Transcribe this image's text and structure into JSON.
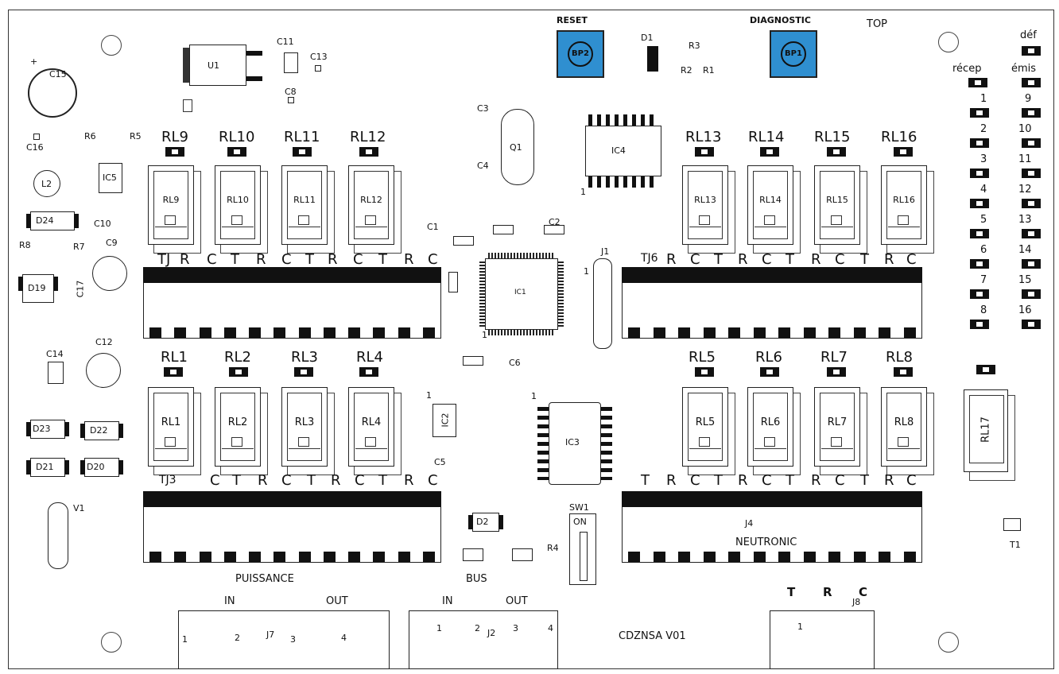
{
  "board": {
    "top_label": "TOP",
    "name": "CDZNSA V01",
    "reset_label": "RESET",
    "diagnostic_label": "DIAGNOSTIC",
    "bp2": "BP2",
    "bp1": "BP1",
    "neutronic": "NEUTRONIC",
    "puissance": "PUISSANCE",
    "bus": "BUS",
    "in": "IN",
    "out": "OUT"
  },
  "relays_top_left": [
    "RL9",
    "RL10",
    "RL11",
    "RL12"
  ],
  "relays_top_right": [
    "RL13",
    "RL14",
    "RL15",
    "RL16"
  ],
  "relays_bottom_left": [
    "RL1",
    "RL2",
    "RL3",
    "RL4"
  ],
  "relays_bottom_right": [
    "RL5",
    "RL6",
    "RL7",
    "RL8"
  ],
  "relay_inner_top_left": [
    "RL9",
    "RL10",
    "RL11",
    "RL12"
  ],
  "relay_inner_top_right": [
    "RL13",
    "RL14",
    "RL15",
    "RL16"
  ],
  "relay_inner_bottom_left": [
    "RL1",
    "RL2",
    "RL3",
    "RL4"
  ],
  "relay_inner_bottom_right": [
    "RL5",
    "RL6",
    "RL7",
    "RL8"
  ],
  "rl17": "RL17",
  "connectors": {
    "tj1": "TJ",
    "tj6": "TJ6",
    "tj3": "TJ3",
    "j4": "J4",
    "j1": "J1",
    "j7": "J7",
    "j2": "J2",
    "j8": "J8"
  },
  "trc": [
    "T",
    "R",
    "C"
  ],
  "side_headers": {
    "def": "déf",
    "recep": "récep",
    "emis": "émis"
  },
  "side_left_numbers": [
    "1",
    "2",
    "3",
    "4",
    "5",
    "6",
    "7",
    "8"
  ],
  "side_right_numbers": [
    "9",
    "10",
    "11",
    "12",
    "13",
    "14",
    "15",
    "16"
  ],
  "components": {
    "u1": "U1",
    "c11": "C11",
    "c13": "C13",
    "c8": "C8",
    "c15": "C15",
    "c16": "C16",
    "r6": "R6",
    "r5": "R5",
    "l2": "L2",
    "ic5": "IC5",
    "d24": "D24",
    "c10": "C10",
    "r8": "R8",
    "r7": "R7",
    "c9": "C9",
    "d19": "D19",
    "c17": "C17",
    "c14": "C14",
    "c12": "C12",
    "d23": "D23",
    "d22": "D22",
    "d21": "D21",
    "d20": "D20",
    "v1": "V1",
    "c3": "C3",
    "c4": "C4",
    "q1": "Q1",
    "ic4": "IC4",
    "d1": "D1",
    "r3": "R3",
    "r2": "R2",
    "r1": "R1",
    "c1": "C1",
    "c2": "C2",
    "ic1": "IC1",
    "c6": "C6",
    "ic2": "IC2",
    "c5": "C5",
    "ic3": "IC3",
    "d2": "D2",
    "sw1": "SW1",
    "sw_on": "ON",
    "r4": "R4",
    "t1": "T1",
    "one": "1",
    "p1": "1",
    "p2": "2",
    "p3": "3",
    "p4": "4"
  }
}
